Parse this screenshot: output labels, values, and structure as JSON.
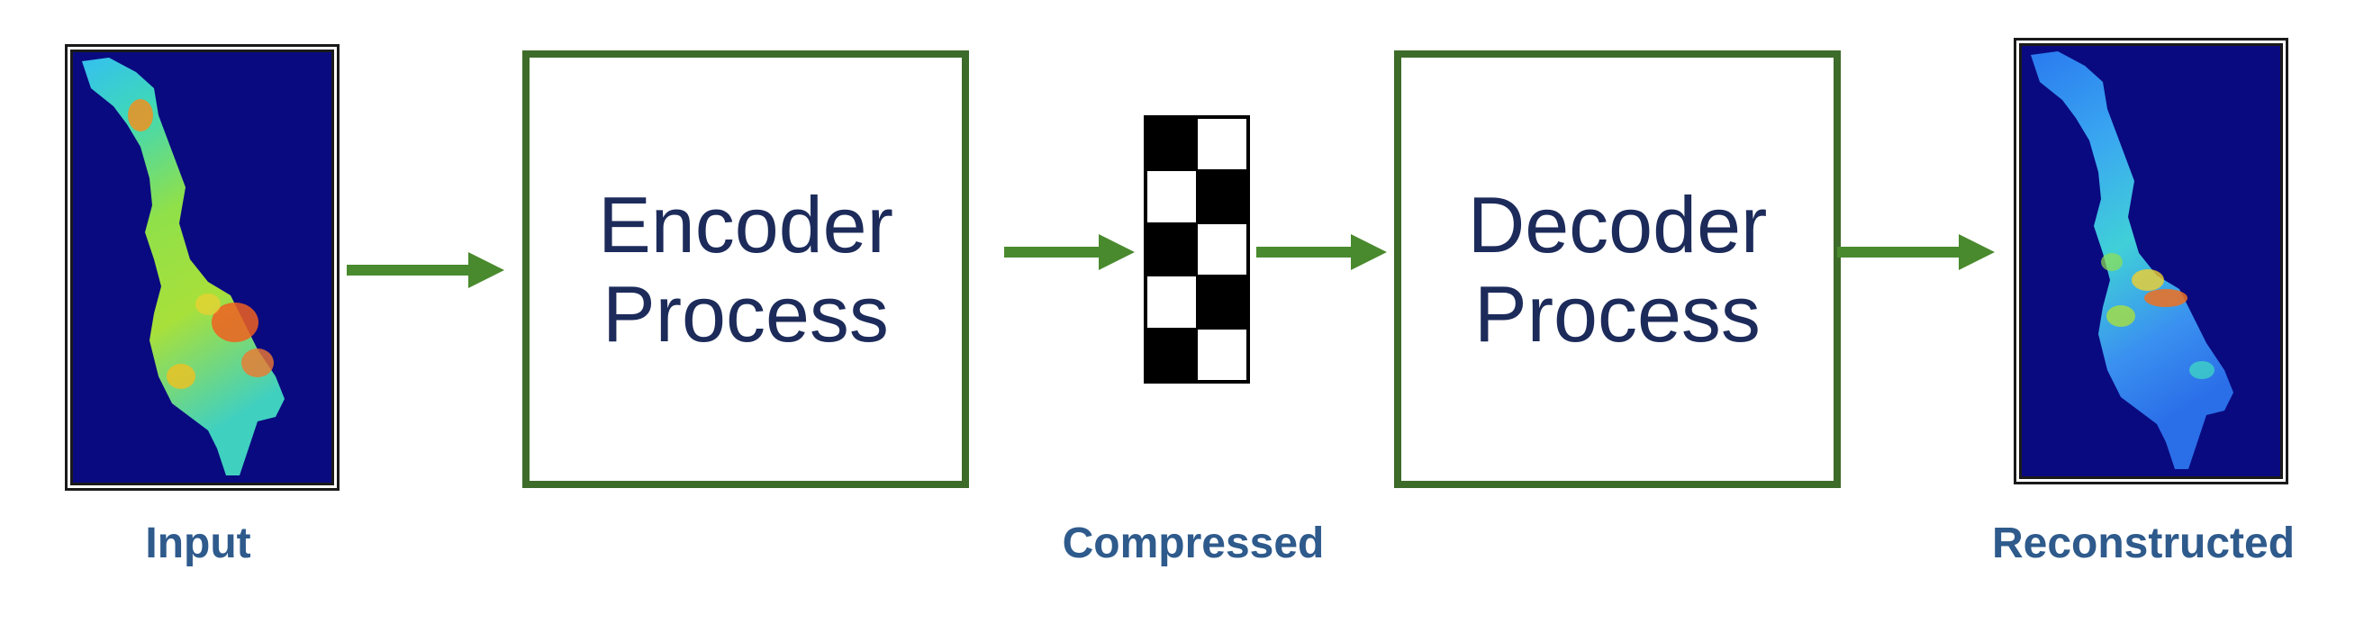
{
  "labels": {
    "input": "Input",
    "compressed": "Compressed",
    "reconstructed": "Reconstructed"
  },
  "encoder": {
    "line1": "Encoder",
    "line2": "Process"
  },
  "decoder": {
    "line1": "Decoder",
    "line2": "Process"
  },
  "colors": {
    "box_border": "#3d6b2a",
    "arrow": "#4a8a2e",
    "caption": "#2e5a8c",
    "box_text": "#1c2b5a",
    "map_background": "#0a0a80"
  },
  "compressed_code": {
    "rows": [
      [
        "black",
        "white"
      ],
      [
        "white",
        "black"
      ],
      [
        "black",
        "white"
      ],
      [
        "white",
        "black"
      ],
      [
        "black",
        "white"
      ]
    ]
  }
}
